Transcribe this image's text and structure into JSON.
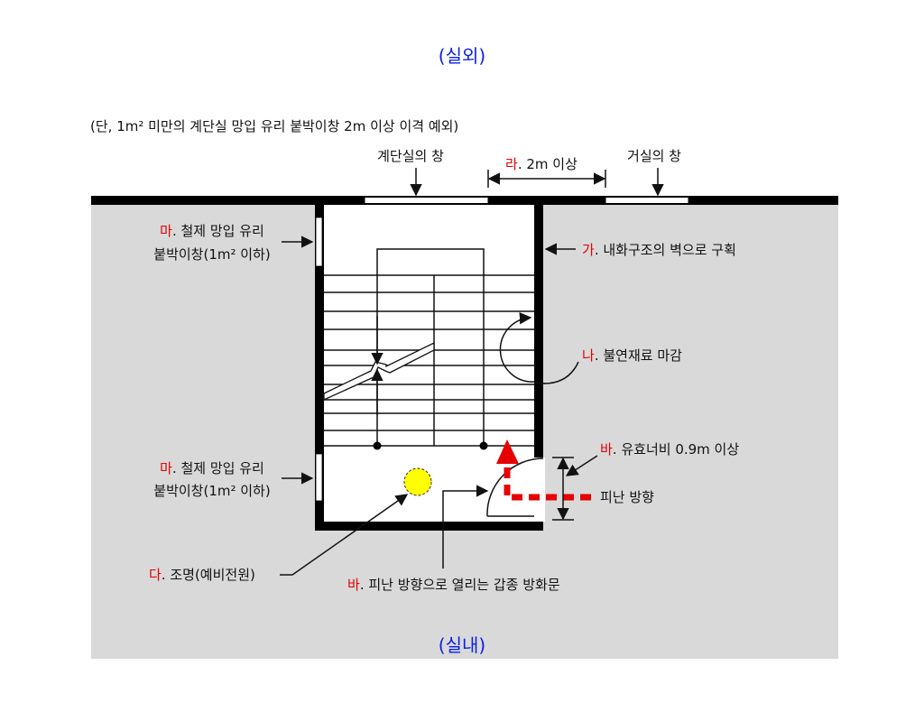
{
  "title_outdoor": "(실외)",
  "title_indoor": "(실내)",
  "note": "(단, 1m² 미만의 계단실 망입 유리 붙박이창 2m 이상 이격 예외)",
  "labels": {
    "stair_window": "계단실의 창",
    "living_window": "거실의 창",
    "ra_prefix": "라",
    "ra_text": ". 2m 이상",
    "ma1_prefix": "마",
    "ma1_line1": ". 철제 망입 유리",
    "ma1_line2": "붙박이창(1m² 이하)",
    "ga_prefix": "가",
    "ga_text": ". 내화구조의 벽으로 구획",
    "na_prefix": "나",
    "na_text": ". 불연재료 마감",
    "ba1_prefix": "바",
    "ba1_text": ". 유효너비 0.9m 이상",
    "evac": "피난 방향",
    "ma2_prefix": "마",
    "ma2_line1": ". 철제 망입 유리",
    "ma2_line2": "붙박이창(1m² 이하)",
    "da_prefix": "다",
    "da_text": ". 조명(예비전원)",
    "ba2_prefix": "바",
    "ba2_text": ". 피난 방향으로 열리는 갑종 방화문"
  },
  "colors": {
    "indoor": "#d9d9d9",
    "accent_red": "#e60000",
    "title_blue": "#0a1fe6",
    "light": "#ffff00"
  }
}
